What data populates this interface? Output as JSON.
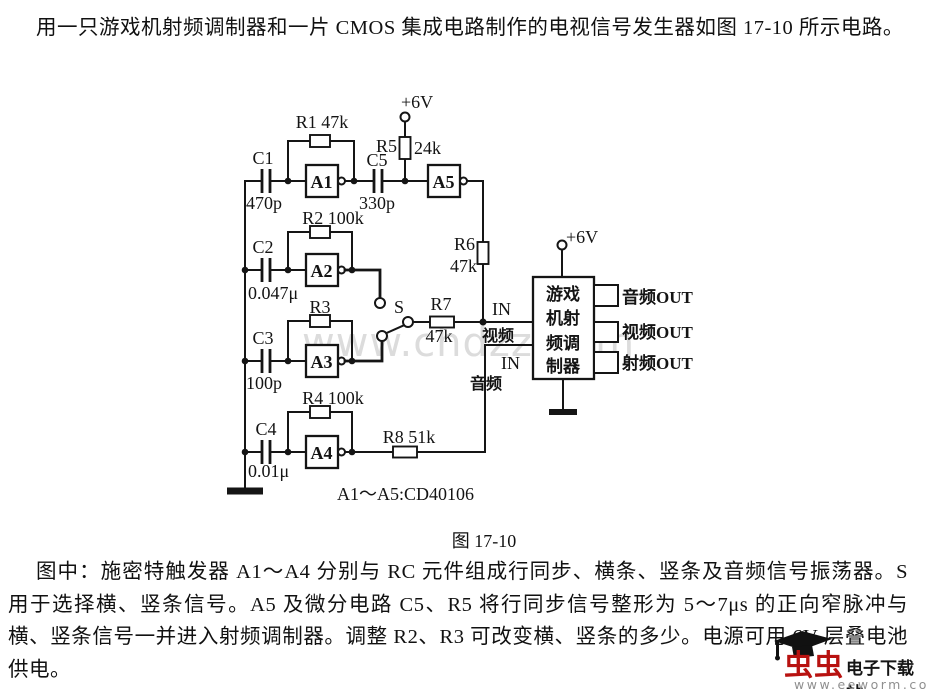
{
  "page": {
    "intro": "用一只游戏机射频调制器和一片 CMOS 集成电路制作的电视信号发生器如图 17-10 所示电路。",
    "caption": "图 17-10",
    "description": "图中：施密特触发器 A1～A4 分别与 RC 元件组成行同步、横条、竖条及音频信号振荡器。S 用于选择横、竖条信号。A5 及微分电路 C5、R5 将行同步信号整形为 5～7μs 的正向窄脉冲与横、竖条信号一并进入射频调制器。调整 R2、R3 可改变横、竖条的多少。电源可用 6V 层叠电池供电。"
  },
  "circuit": {
    "supply_top": "+6V",
    "supply_mod": "+6V",
    "r1": "R1 47k",
    "r2": "R2 100k",
    "r3": "R3",
    "r4": "R4 100k",
    "r5": "R5",
    "r5_value": "24k",
    "r6": "R6",
    "r6_value": "47k",
    "r7": "R7",
    "r7_value": "47k",
    "r8": "R8 51k",
    "c1": "C1",
    "c1_value": "470p",
    "c2": "C2",
    "c2_value": "0.047μ",
    "c3": "C3",
    "c3_value": "100p",
    "c4": "C4",
    "c4_value": "0.01μ",
    "c5": "C5",
    "c5_value": "330p",
    "a1": "A1",
    "a2": "A2",
    "a3": "A3",
    "a4": "A4",
    "a5": "A5",
    "switch_label": "S",
    "in_label_video": "IN",
    "in_sub_video": "视频",
    "in_label_audio": "IN",
    "in_sub_audio": "音频",
    "modulator_lines": [
      "游戏",
      "机射",
      "频调",
      "制器"
    ],
    "out_audio": "音频OUT",
    "out_video": "视频OUT",
    "out_rf": "射频OUT",
    "ic_note": "A1～A5:CD40106"
  },
  "watermarks": {
    "center": "www.chdzz.com",
    "logo_text": "虫虫",
    "logo_site": "电子下载站",
    "logo_url": "www.eeworm.com"
  },
  "colors": {
    "logo_red": "#b81210",
    "watermark_gray": "#dcdcdc",
    "ink": "#151515"
  }
}
